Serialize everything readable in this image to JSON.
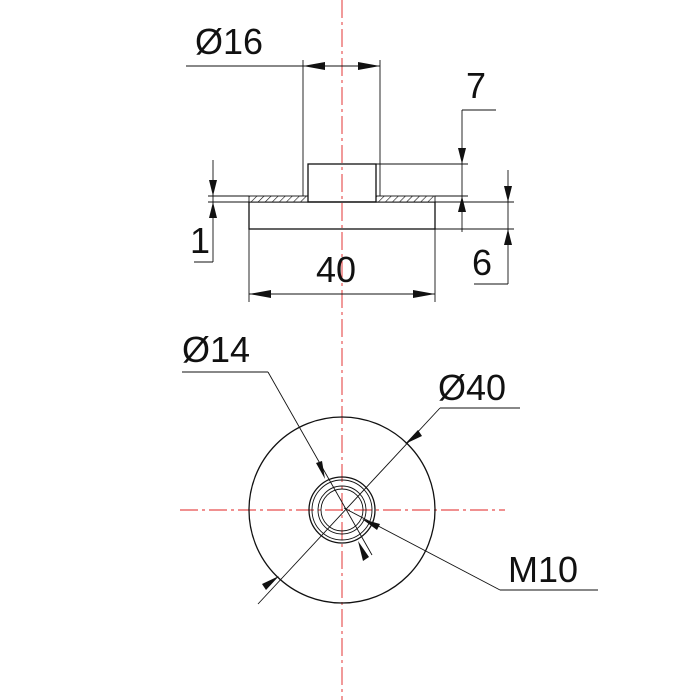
{
  "drawing": {
    "colors": {
      "line": "#111111",
      "centerline": "#e02020",
      "background": "#ffffff"
    },
    "side_view": {
      "dim_top_diameter": "Ø16",
      "dim_boss_height": "7",
      "dim_layer_thickness": "1",
      "dim_base_height": "6",
      "dim_base_width": "40"
    },
    "top_view": {
      "dim_hole_diameter": "Ø14",
      "dim_outer_diameter": "Ø40",
      "dim_thread": "M10"
    }
  }
}
